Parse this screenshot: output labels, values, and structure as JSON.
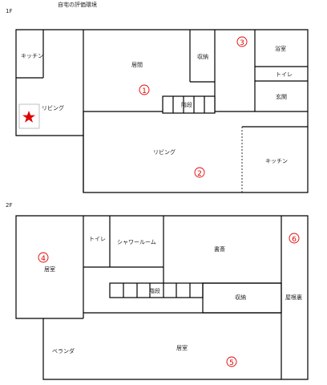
{
  "title": "自宅の評価環境",
  "floors": [
    {
      "floor_label": "1F",
      "rooms": {
        "kitchen_left": "キッチン",
        "living_left": "リビング",
        "kyoma": "居間",
        "storage": "収納",
        "bath": "浴室",
        "toilet": "トイレ",
        "entrance": "玄関",
        "stairs": "階段",
        "living_main": "リビング",
        "kitchen_right": "キッチン"
      },
      "markers": {
        "m1": "1",
        "m2": "2",
        "m3": "3"
      }
    },
    {
      "floor_label": "2F",
      "rooms": {
        "kyoshitsu_left": "居室",
        "toilet": "トイレ",
        "shower": "シャワールーム",
        "study": "書斎",
        "stairs": "階段",
        "storage": "収納",
        "attic": "屋根裏",
        "veranda": "ベランダ",
        "kyoshitsu_main": "居室"
      },
      "markers": {
        "m4": "4",
        "m5": "5",
        "m6": "6"
      }
    }
  ],
  "colors": {
    "marker": "#e00000",
    "wall": "#000000",
    "star": "#e00000"
  },
  "icons": {
    "star": "star-icon"
  }
}
